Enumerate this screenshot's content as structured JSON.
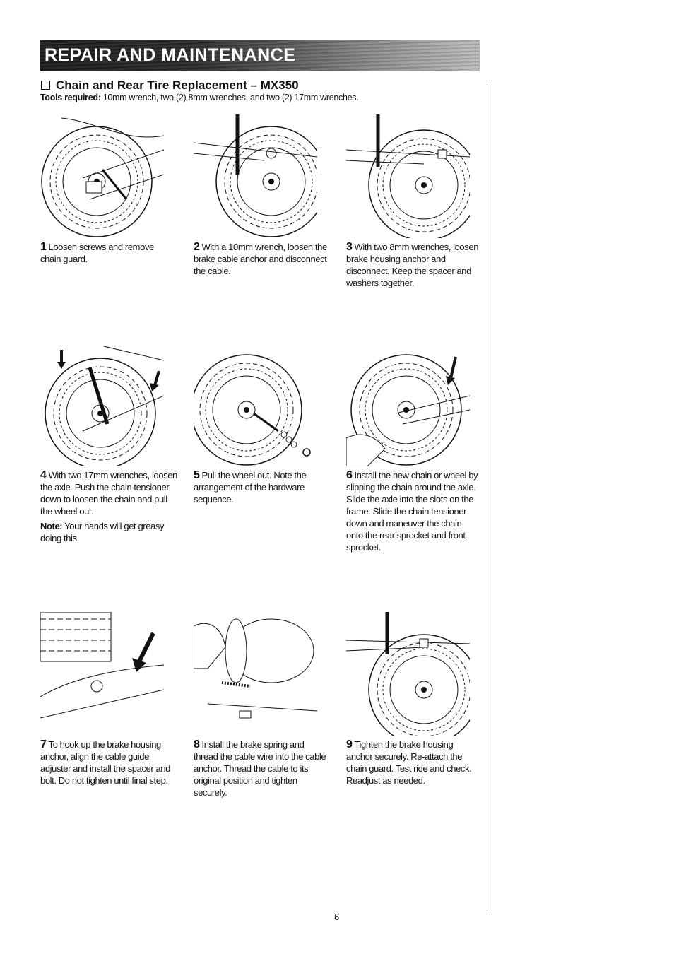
{
  "header": {
    "banner_title": "REPAIR AND MAINTENANCE"
  },
  "section": {
    "checkbox_icon": "empty-checkbox",
    "title": "Chain and Rear Tire Replacement – MX350",
    "tools_label": "Tools required:",
    "tools_text": " 10mm wrench, two (2) 8mm wrenches, and two (2) 17mm wrenches."
  },
  "steps": [
    {
      "number": "1",
      "text": "Loosen screws and remove chain guard.",
      "illustration": "wheel-with-screwdriver"
    },
    {
      "number": "2",
      "text": "With a 10mm wrench, loosen the brake cable anchor and disconnect the cable.",
      "illustration": "wrench-on-brake-cable-anchor"
    },
    {
      "number": "3",
      "text": "With two 8mm wrenches, loosen brake housing anchor and disconnect. Keep the spacer and washers together.",
      "illustration": "wrenches-on-brake-housing"
    },
    {
      "number": "4",
      "text": "With two 17mm wrenches, loosen the axle. Push the chain tensioner down to loosen the chain and pull the wheel out.",
      "note_label": "Note:",
      "note_text": " Your hands will get greasy doing this.",
      "illustration": "wrench-on-axle-with-arrows"
    },
    {
      "number": "5",
      "text": "Pull the wheel out. Note the arrangement of the hardware sequence.",
      "illustration": "wheel-with-hardware"
    },
    {
      "number": "6",
      "text": "Install the new chain or wheel by slipping the chain around the axle. Slide the axle into the slots on the frame. Slide the chain tensioner down and maneuver the chain onto the rear sprocket and front sprocket.",
      "illustration": "hands-installing-chain"
    },
    {
      "number": "7",
      "text": "To hook up the brake housing anchor, align the cable guide adjuster and install the spacer and bolt. Do not tighten until final step.",
      "illustration": "brake-housing-anchor-arrow"
    },
    {
      "number": "8",
      "text": "Install the brake spring and thread the cable wire into the cable anchor. Thread the cable to its original position and tighten securely.",
      "illustration": "brake-spring-install"
    },
    {
      "number": "9",
      "text": "Tighten the brake housing anchor securely. Re-attach the chain guard. Test ride and check. Readjust as needed.",
      "illustration": "tighten-brake-housing"
    }
  ],
  "footer": {
    "page_number": "6"
  }
}
